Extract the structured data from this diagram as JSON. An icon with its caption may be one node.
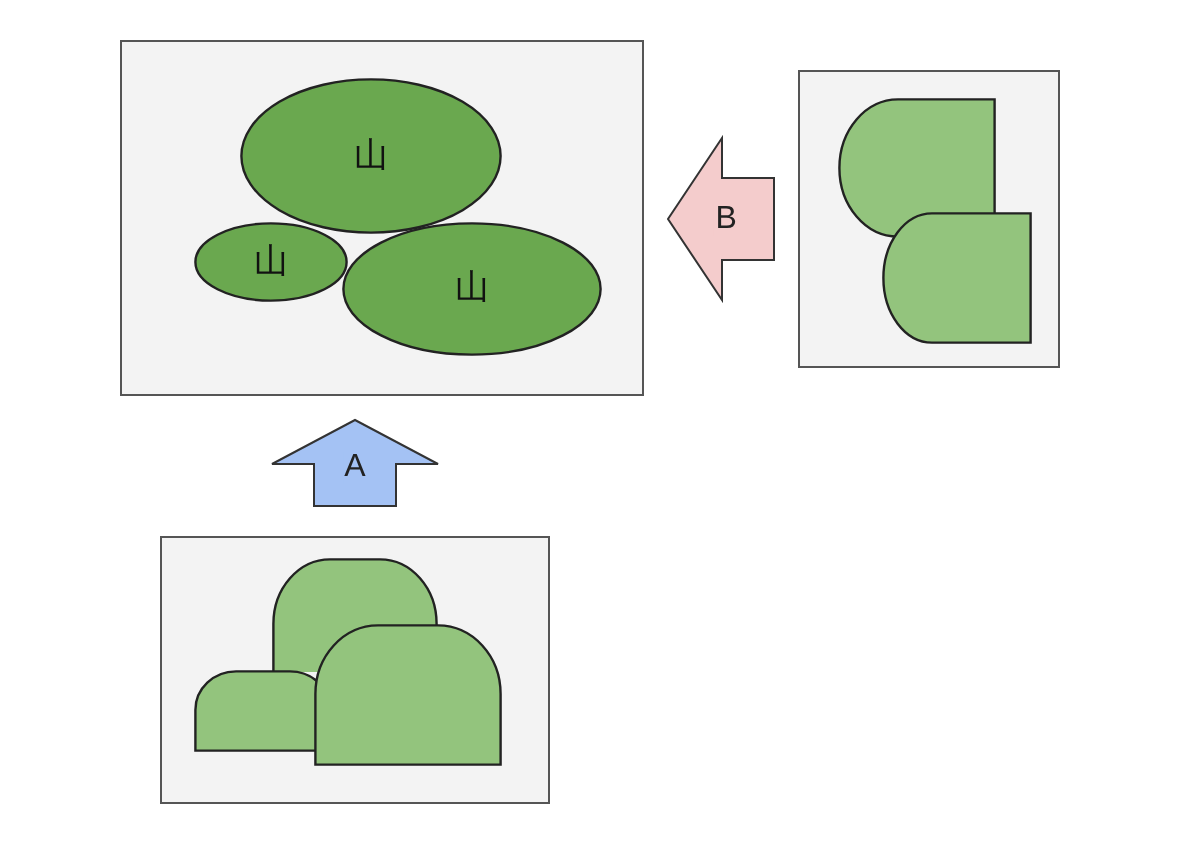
{
  "diagram": {
    "nodes": [
      {
        "text": [],
        "shape": "box"
      },
      {
        "text": [
          "山"
        ],
        "in": 0
      },
      {
        "text": [
          "山"
        ],
        "in": 0
      },
      {
        "text": [
          "山"
        ],
        "in": 0
      },
      {
        "text": [],
        "shape": "box"
      },
      {
        "text": [],
        "shape": "arch",
        "in": 4
      },
      {
        "text": [],
        "shape": "arch",
        "in": 4
      },
      {
        "text": [],
        "shape": "box"
      },
      {
        "text": [],
        "shape": "arch",
        "in": 7
      },
      {
        "text": [],
        "shape": "arch",
        "in": 7
      },
      {
        "text": [],
        "shape": "arch",
        "in": 7
      }
    ],
    "edges": [
      {
        "from": 4,
        "to": 0,
        "arrow": "to",
        "label": "B",
        "color": "#f4cccc"
      },
      {
        "from": 7,
        "to": 0,
        "arrow": "to",
        "label": "A",
        "color": "#a4c2f4"
      }
    ]
  }
}
